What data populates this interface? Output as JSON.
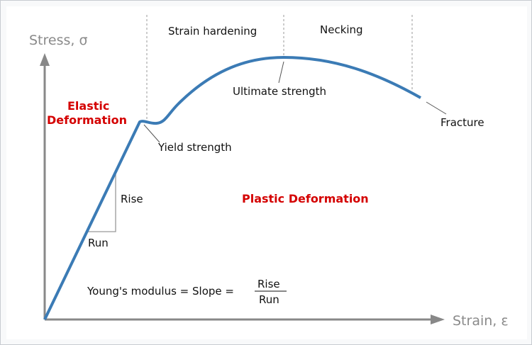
{
  "axes": {
    "y_label": "Stress, σ",
    "x_label": "Strain, ε"
  },
  "regions": {
    "strain_hardening": "Strain hardening",
    "necking": "Necking"
  },
  "labels": {
    "elastic_line1": "Elastic",
    "elastic_line2": "Deformation",
    "plastic": "Plastic Deformation",
    "yield_strength": "Yield strength",
    "ultimate_strength": "Ultimate strength",
    "fracture": "Fracture",
    "rise": "Rise",
    "run": "Run"
  },
  "formula": {
    "prefix": "Young's modulus = Slope =",
    "numerator": "Rise",
    "denominator": "Run"
  },
  "colors": {
    "curve": "#3b7bb5",
    "axis": "#888888",
    "red_text": "#d40000"
  }
}
